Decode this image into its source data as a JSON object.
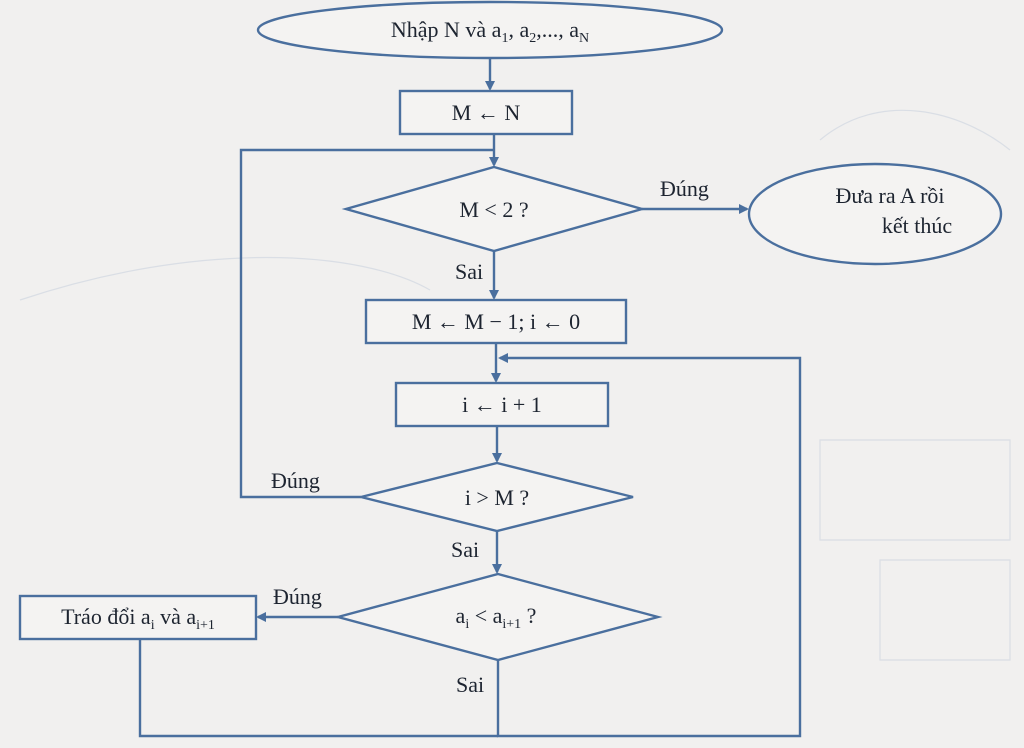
{
  "colors": {
    "stroke": "#4a6f9e",
    "background": "#f1f0ef",
    "text": "#1d2430"
  },
  "nodes": {
    "start": {
      "text": "Nhập N và a",
      "s1": "1",
      "t1": ", a",
      "s2": "2",
      "t2": ",..., a",
      "s3": "N"
    },
    "assign_m": {
      "text": "M ← N"
    },
    "cond_m": {
      "text": "M < 2 ?"
    },
    "end": {
      "line1": "Đưa ra A rồi",
      "line2": "kết thúc"
    },
    "dec_m": {
      "text": "M ← M − 1; i ← 0"
    },
    "inc_i": {
      "text": "i ← i + 1"
    },
    "cond_i": {
      "text": "i > M ?"
    },
    "cond_a": {
      "t1": "a",
      "s1": "i",
      "t2": " < a",
      "s2": "i+1",
      "t3": " ?"
    },
    "swap": {
      "t1": "Tráo đổi a",
      "s1": "i",
      "t2": " và a",
      "s2": "i+1"
    }
  },
  "edge_labels": {
    "m_true": "Đúng",
    "m_false": "Sai",
    "i_true": "Đúng",
    "i_false": "Sai",
    "a_true": "Đúng",
    "a_false": "Sai"
  }
}
